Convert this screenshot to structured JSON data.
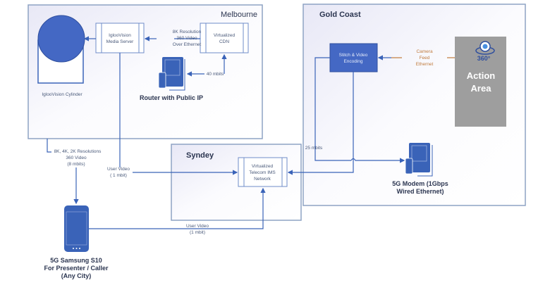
{
  "regions": {
    "melbourne": "Melbourne",
    "gold_coast": "Gold Coast",
    "sydney": "Syndey"
  },
  "nodes": {
    "cylinder": "IglooVision Cylinder",
    "media_server": [
      "IglooVision",
      "Media Server"
    ],
    "cdn": [
      "Virtualized",
      "CDN"
    ],
    "router": "Router with Public IP",
    "ims": [
      "Virtualized",
      "Telecom IMS",
      "Network"
    ],
    "stitch": [
      "Stitch & Video",
      "Encoding"
    ],
    "action_area": [
      "Action",
      "Area"
    ],
    "camera_badge": "360°",
    "modem": [
      "5G Modem (1Gbps",
      "Wired Ethernet)"
    ],
    "phone": [
      "5G Samsung S10",
      "For Presenter / Caller",
      "(Any City)"
    ]
  },
  "links": {
    "cdn_to_server": [
      "8K Resolution",
      "360 Video",
      "Over Ethernet"
    ],
    "router_to_cdn": "40 mbits",
    "server_to_phone": [
      "8K, 4K, 2K Resolutions",
      "360 Video",
      "(8 mbits)"
    ],
    "server_to_ims": [
      "User Video",
      "( 1 mbit)"
    ],
    "phone_to_ims": [
      "User Video",
      "(1 mbit)"
    ],
    "stitch_to_modem": "25 mbits",
    "camera_feed": [
      "Camera",
      "Feed",
      "Ethernet"
    ]
  },
  "colors": {
    "accent": "#3a63b8",
    "camera_feed": "#c07a3c",
    "action_area": "#9e9e9e"
  }
}
